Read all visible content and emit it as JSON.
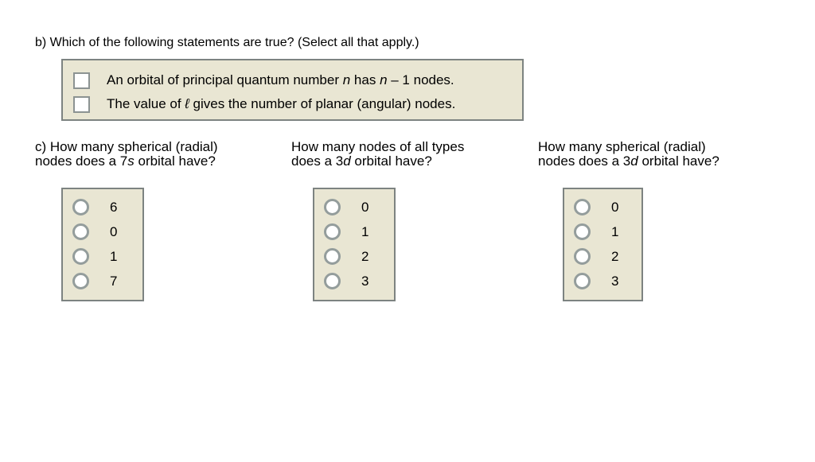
{
  "colors": {
    "page_bg": "#FFFFFF",
    "panel_bg": "#E9E6D3",
    "panel_border": "#7D8381",
    "checkbox_border": "#8C9392",
    "radio_ring": "#949D9C",
    "text": "#000000"
  },
  "part_b": {
    "title": "b) Which of the following statements are true? (Select all that apply.)",
    "statements": [
      {
        "pre": "An orbital of principal quantum number ",
        "var1": "n",
        "mid": " has ",
        "var2": "n",
        "post": " – 1 nodes."
      },
      {
        "pre": "The value of ",
        "var1": "ℓ",
        "mid": "",
        "var2": "",
        "post": " gives the number of planar (angular) nodes."
      }
    ]
  },
  "part_c": {
    "questions": [
      {
        "line1": "c) How many spherical (radial)",
        "line2_pre": "nodes does a 7",
        "line2_var": "s",
        "line2_post": " orbital have?",
        "options": [
          "6",
          "0",
          "1",
          "7"
        ]
      },
      {
        "line1": "How many nodes of all types",
        "line2_pre": "does a 3",
        "line2_var": "d",
        "line2_post": " orbital have?",
        "options": [
          "0",
          "1",
          "2",
          "3"
        ]
      },
      {
        "line1": "How many spherical (radial)",
        "line2_pre": "nodes does a 3",
        "line2_var": "d",
        "line2_post": " orbital have?",
        "options": [
          "0",
          "1",
          "2",
          "3"
        ]
      }
    ]
  }
}
